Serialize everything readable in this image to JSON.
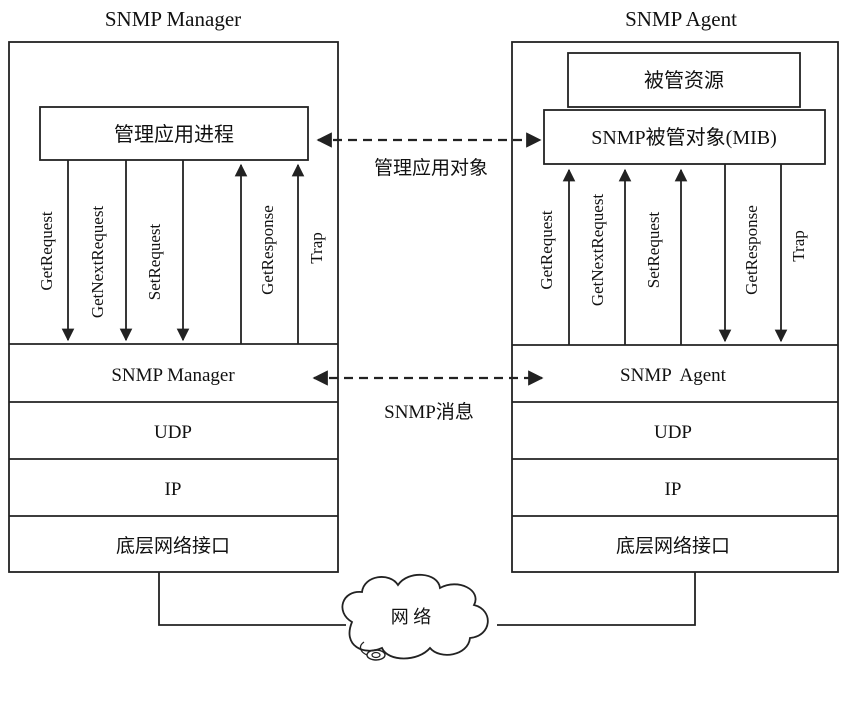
{
  "manager": {
    "title": "SNMP Manager",
    "app_process": "管理应用进程",
    "layers": [
      "SNMP Manager",
      "UDP",
      "IP",
      "底层网络接口"
    ],
    "down_ops": [
      "GetRequest",
      "GetNextRequest",
      "SetRequest"
    ],
    "up_ops": [
      "GetResponse",
      "Trap"
    ]
  },
  "agent": {
    "title": "SNMP Agent",
    "managed_resource": "被管资源",
    "mib": "SNMP被管对象(MIB)",
    "layers": [
      "SNMP  Agent",
      "UDP",
      "IP",
      "底层网络接口"
    ],
    "up_ops": [
      "GetRequest",
      "GetNextRequest",
      "SetRequest"
    ],
    "down_ops": [
      "GetResponse",
      "Trap"
    ]
  },
  "links": {
    "app_objects": "管理应用对象",
    "snmp_message": "SNMP消息"
  },
  "network": {
    "label": "网 络"
  }
}
